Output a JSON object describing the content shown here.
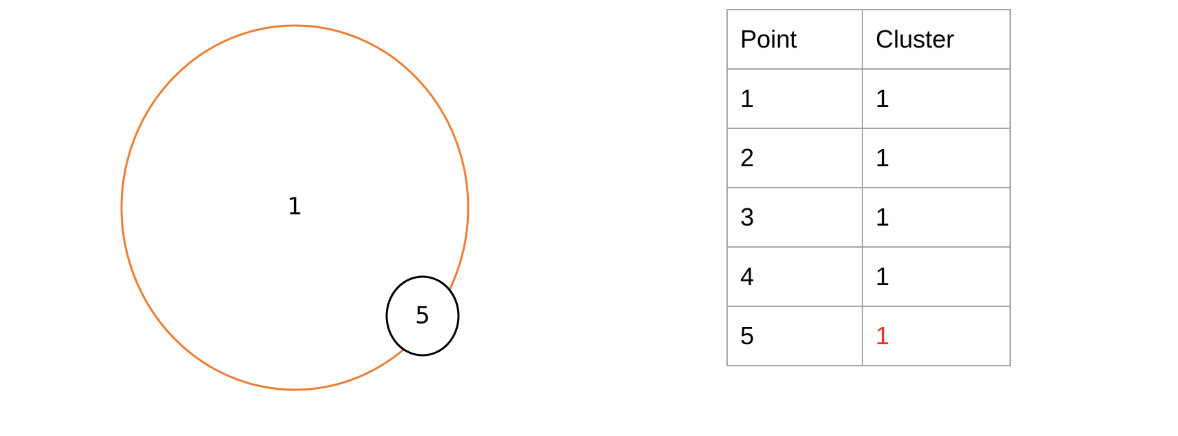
{
  "diagram": {
    "circles": [
      {
        "label": "1",
        "stroke": "#ed7d31"
      },
      {
        "label": "5",
        "stroke": "#000000"
      }
    ]
  },
  "table": {
    "headers": [
      "Point",
      "Cluster"
    ],
    "rows": [
      {
        "point": "1",
        "cluster": "1",
        "highlight": false
      },
      {
        "point": "2",
        "cluster": "1",
        "highlight": false
      },
      {
        "point": "3",
        "cluster": "1",
        "highlight": false
      },
      {
        "point": "4",
        "cluster": "1",
        "highlight": false
      },
      {
        "point": "5",
        "cluster": "1",
        "highlight": true
      }
    ],
    "highlight_color": "#e8321c",
    "border_color": "#a6a6a6"
  }
}
